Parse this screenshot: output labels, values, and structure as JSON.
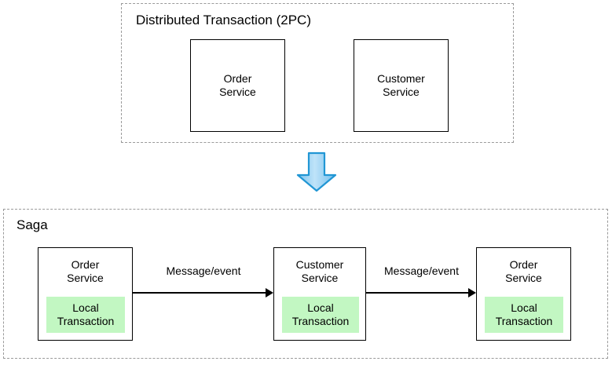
{
  "diagram": {
    "title_hidden": "",
    "groups": [
      {
        "id": "distributed-transaction",
        "label": "Distributed Transaction (2PC)",
        "style": "dashed-container",
        "services": [
          {
            "name": "Order\nService"
          },
          {
            "name": "Customer\nService"
          }
        ]
      },
      {
        "id": "saga",
        "label": "Saga",
        "style": "dashed-container",
        "services": [
          {
            "name": "Order\nService",
            "local_transaction": "Local\nTransaction"
          },
          {
            "name": "Customer\nService",
            "local_transaction": "Local\nTransaction"
          },
          {
            "name": "Order\nService",
            "local_transaction": "Local\nTransaction"
          }
        ],
        "connectors": [
          {
            "label": "Message/event",
            "from": "Order Service",
            "to": "Customer Service",
            "direction": "right"
          },
          {
            "label": "Message/event",
            "from": "Customer Service",
            "to": "Order Service",
            "direction": "right"
          }
        ]
      }
    ],
    "transition_arrow": {
      "icon": "down-arrow-icon",
      "direction": "down",
      "from": "distributed-transaction",
      "to": "saga"
    },
    "colors": {
      "local_transaction_fill": "#c2f7c2",
      "container_border": "#9a9a9a",
      "service_border": "#000000",
      "arrow_stroke": "#000000",
      "transition_arrow_fill_light": "#b3ddf7",
      "transition_arrow_fill_mid": "#7fc5ef",
      "transition_arrow_border": "#2196d4",
      "background": "#ffffff",
      "text": "#000000"
    }
  }
}
